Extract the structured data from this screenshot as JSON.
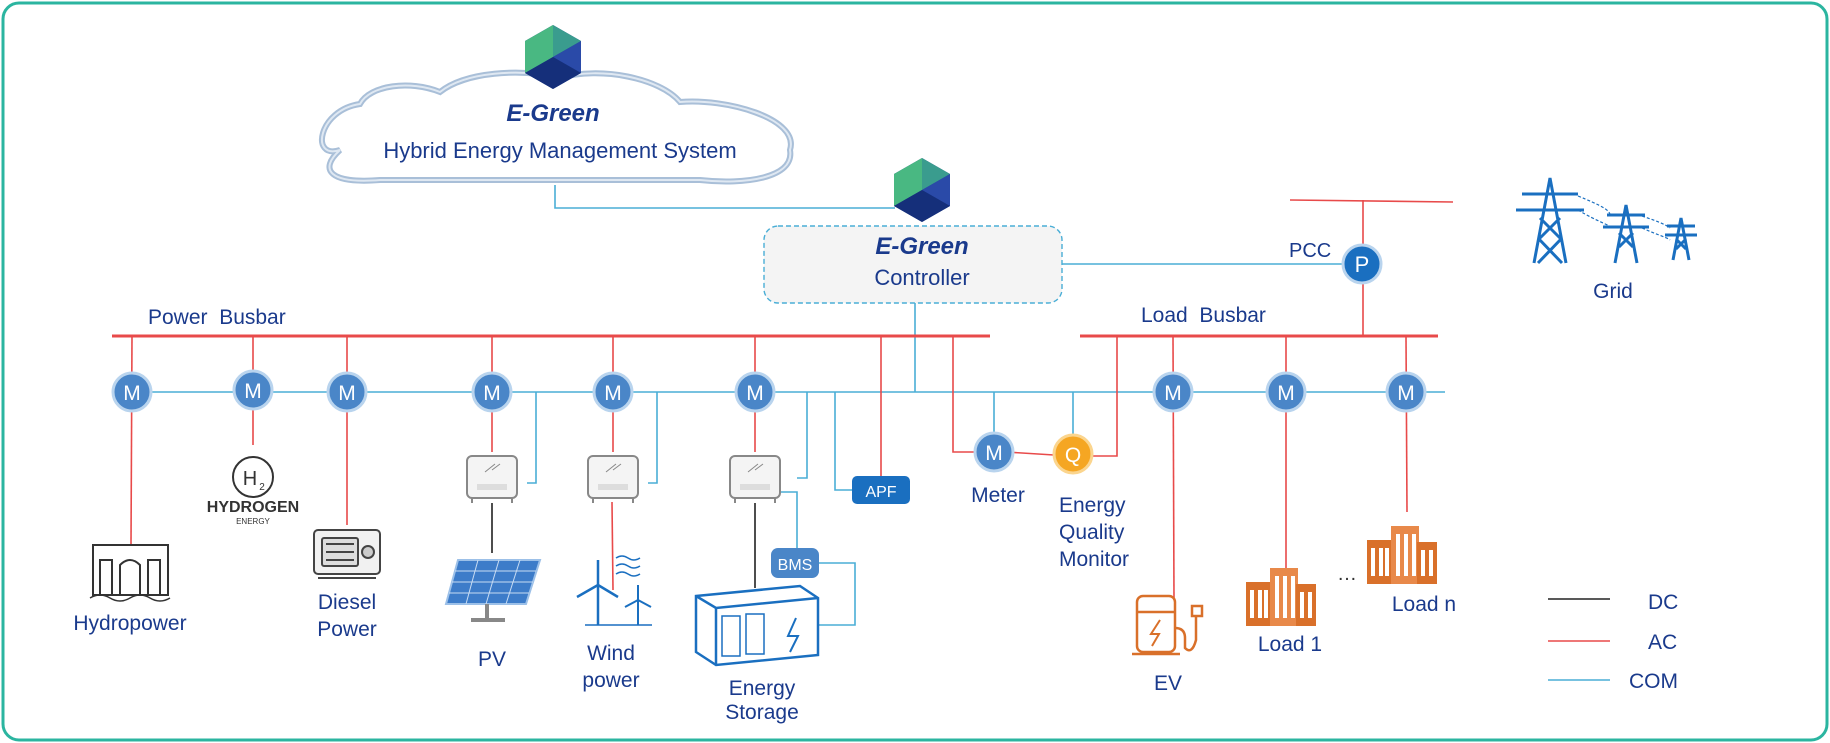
{
  "hems": {
    "brand": "E-Green",
    "title": "Hybrid Energy Management System"
  },
  "controller": {
    "brand": "E-Green",
    "title": "Controller"
  },
  "busbars": {
    "power": "Power  Busbar",
    "load": "Load  Busbar"
  },
  "pcc": {
    "label": "PCC",
    "node": "P"
  },
  "grid": {
    "label": "Grid"
  },
  "meter_symbol": "M",
  "quality_symbol": "Q",
  "sources": {
    "hydropower": "Hydropower",
    "hydrogen": "HYDROGEN",
    "hydrogen_sub": "ENERGY",
    "hydrogen_symbol": "H",
    "hydrogen_sub2": "2",
    "diesel_l1": "Diesel",
    "diesel_l2": "Power",
    "pv": "PV",
    "wind_l1": "Wind",
    "wind_l2": "power",
    "storage_l1": "Energy",
    "storage_l2": "Storage",
    "bms": "BMS",
    "apf": "APF",
    "meter": "Meter",
    "eqm_l1": "Energy",
    "eqm_l2": "Quality",
    "eqm_l3": "Monitor"
  },
  "loads": {
    "ev": "EV",
    "load1": "Load 1",
    "ellipsis": "…",
    "loadn": "Load n"
  },
  "legend": {
    "dc": "DC",
    "ac": "AC",
    "com": "COM"
  },
  "colors": {
    "frame": "#2bb5a0",
    "dc": "#222222",
    "ac": "#e84a4a",
    "com": "#4aaed6",
    "navy": "#1a3a8c",
    "meter_fill": "#4a86c8",
    "pcc_fill": "#1a6fc0",
    "q_fill": "#f5a623",
    "orange": "#d9702a"
  }
}
